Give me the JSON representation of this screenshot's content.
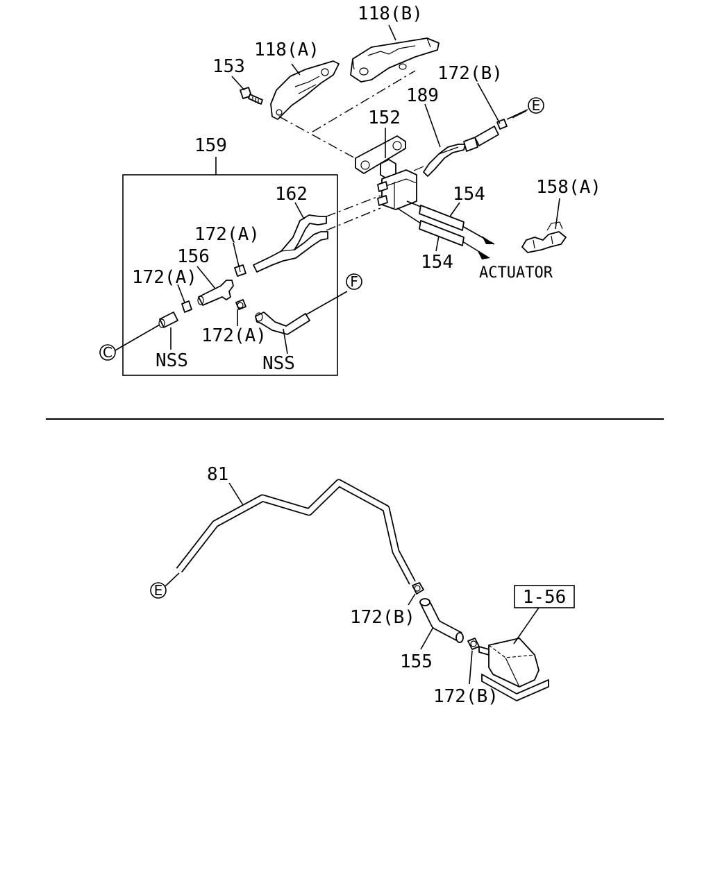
{
  "diagram": {
    "labels": {
      "l118b": "118(B)",
      "l118a": "118(A)",
      "l153": "153",
      "l172b_top": "172(B)",
      "l189": "189",
      "l152": "152",
      "l159": "159",
      "l162": "162",
      "l154_top": "154",
      "l154_bot": "154",
      "l158a": "158(A)",
      "l172a_1": "172(A)",
      "l156": "156",
      "l172a_2": "172(A)",
      "l172a_3": "172(A)",
      "actuator": "ACTUATOR",
      "nss_1": "NSS",
      "nss_2": "NSS",
      "l81": "81",
      "l172b_mid": "172(B)",
      "l155": "155",
      "l172b_bot": "172(B)",
      "ref_box": "1-56"
    },
    "connectors": {
      "e_top": "E",
      "f": "F",
      "c": "C",
      "e_bottom": "E"
    }
  }
}
